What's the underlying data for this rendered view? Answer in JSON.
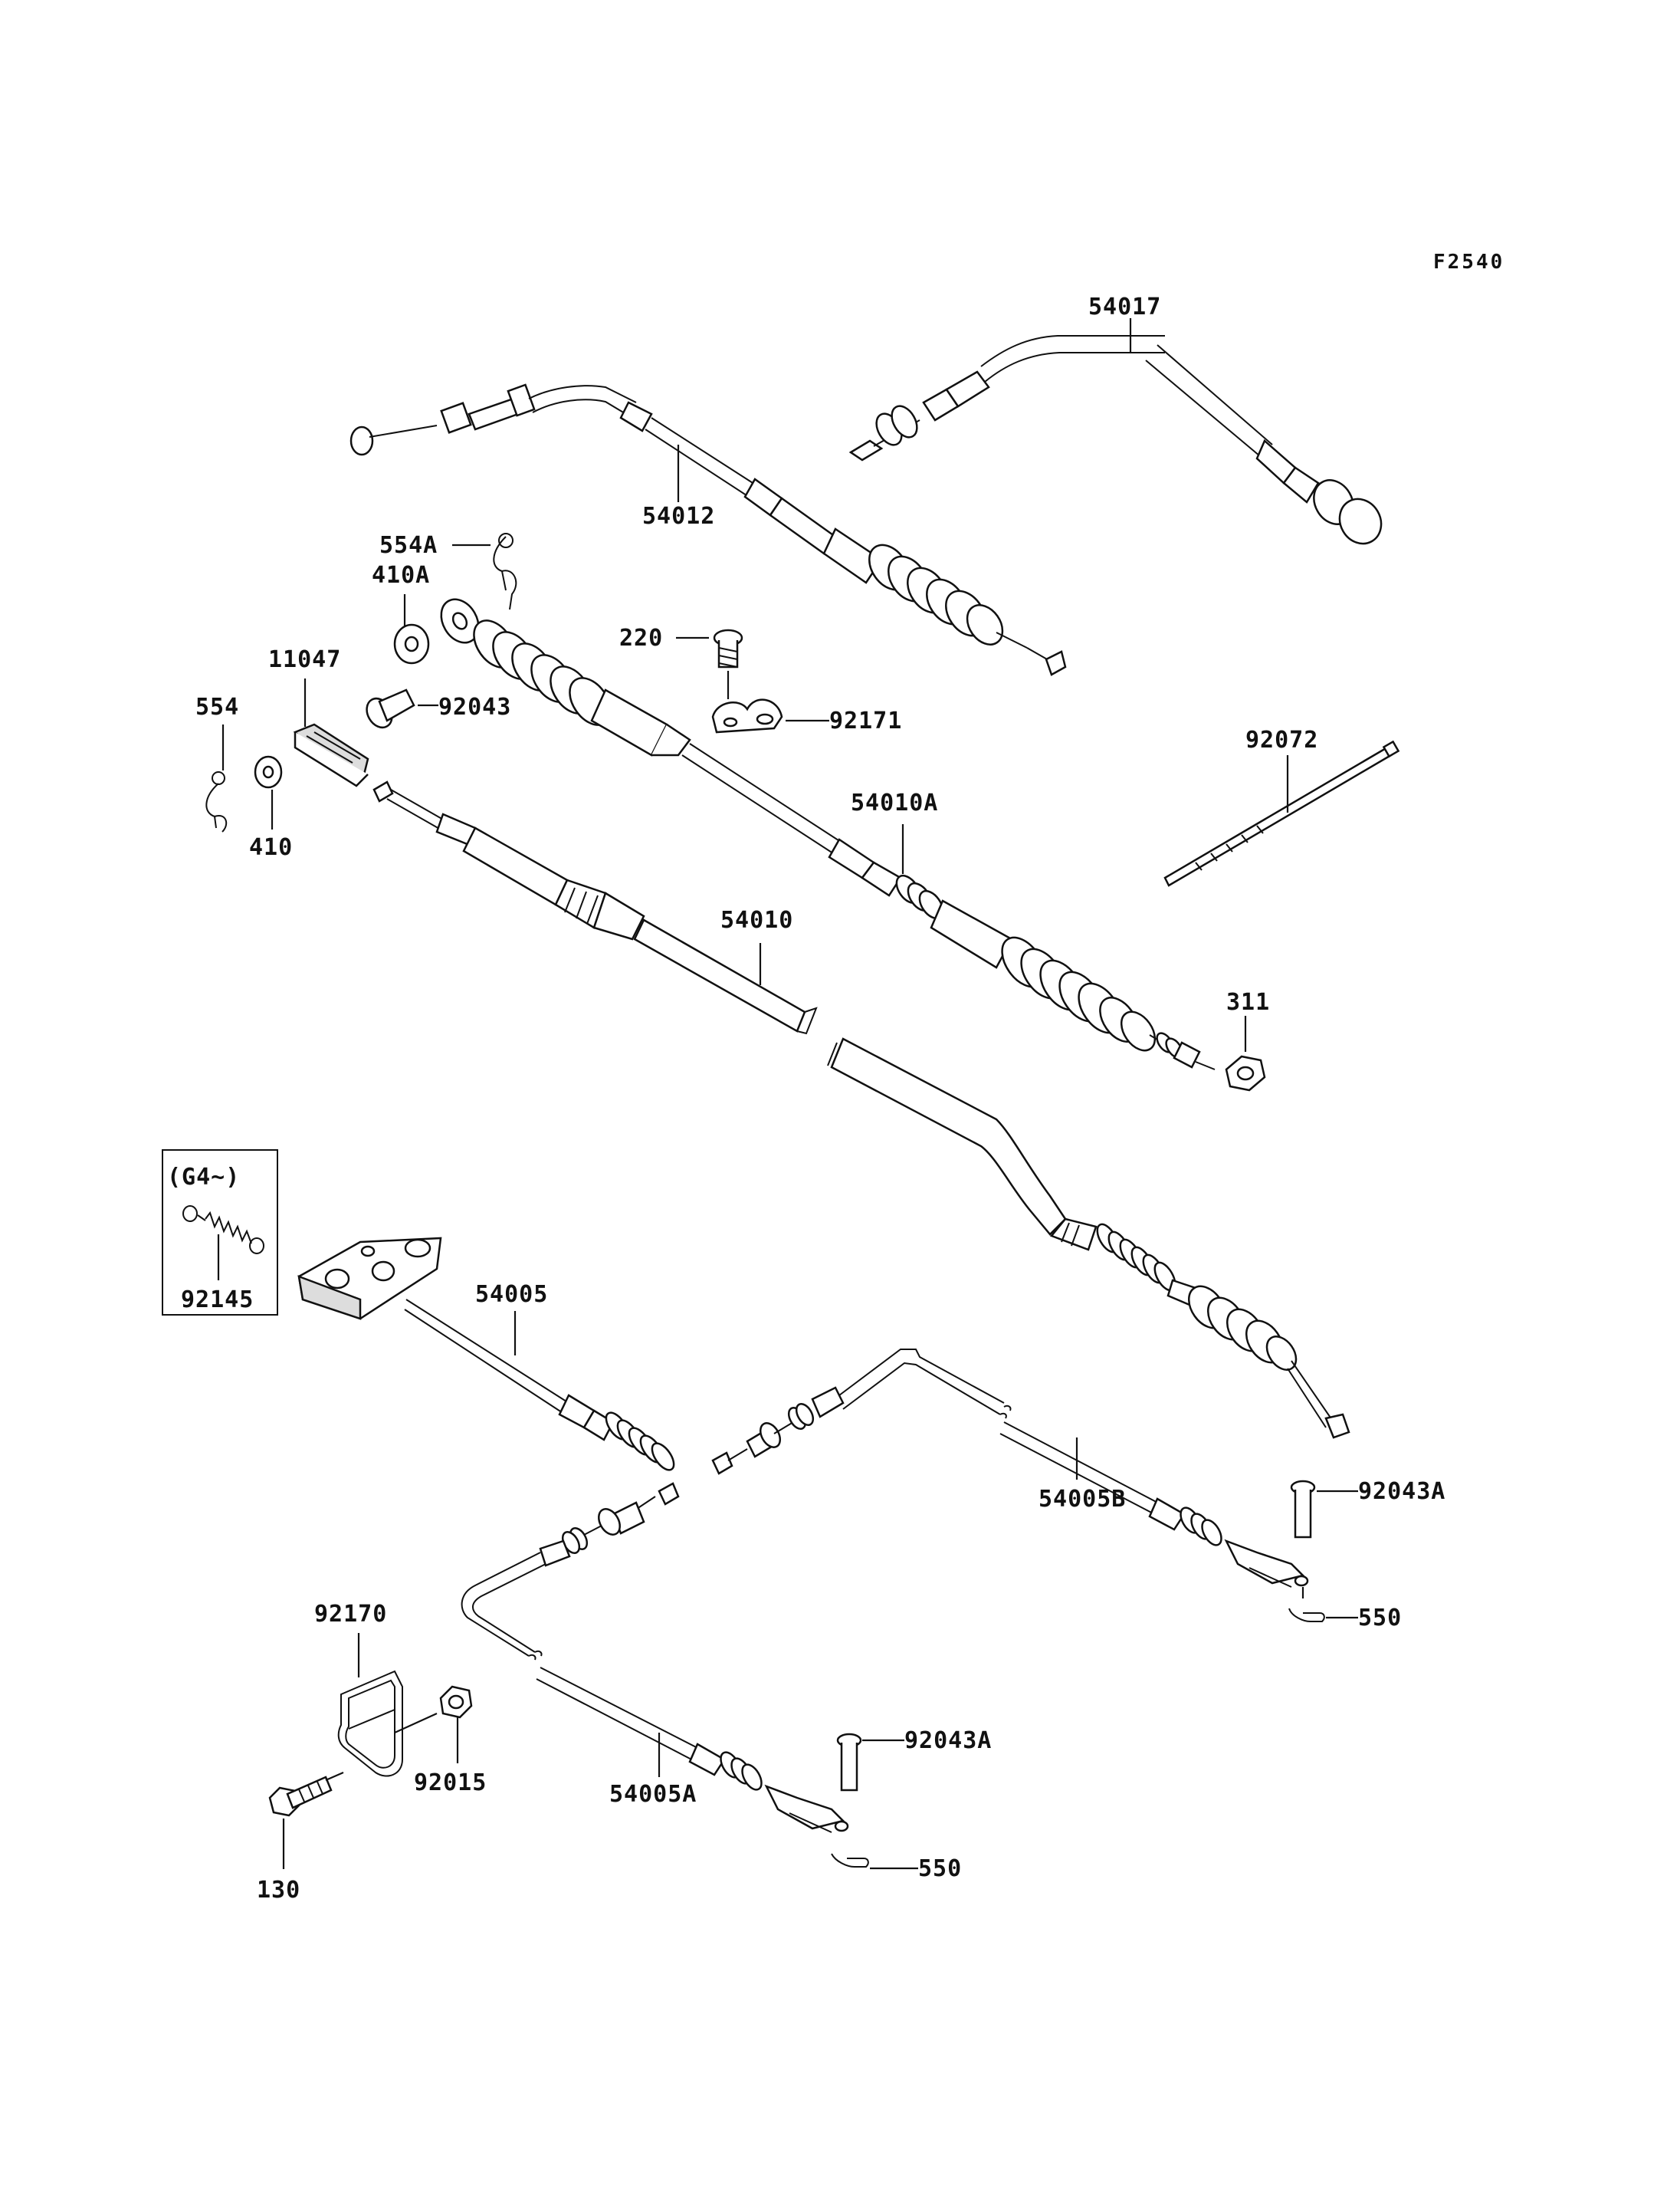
{
  "diagram_code": "F2540",
  "callouts": {
    "c54017": "54017",
    "c54012": "54012",
    "c554A": "554A",
    "c410A": "410A",
    "c220": "220",
    "c11047": "11047",
    "c92043": "92043",
    "c92171": "92171",
    "c554": "554",
    "c92072": "92072",
    "c410": "410",
    "c54010A": "54010A",
    "c54010": "54010",
    "c311": "311",
    "c54005": "54005",
    "c92043A_1": "92043A",
    "c54005B": "54005B",
    "c550_1": "550",
    "c92170": "92170",
    "c92043A_2": "92043A",
    "c92015": "92015",
    "c54005A": "54005A",
    "c550_2": "550",
    "c130": "130"
  },
  "inset": {
    "condition": "(G4~)",
    "part": "92145"
  },
  "colors": {
    "line": "#111111",
    "background": "#ffffff",
    "fill": "#dddddd"
  }
}
